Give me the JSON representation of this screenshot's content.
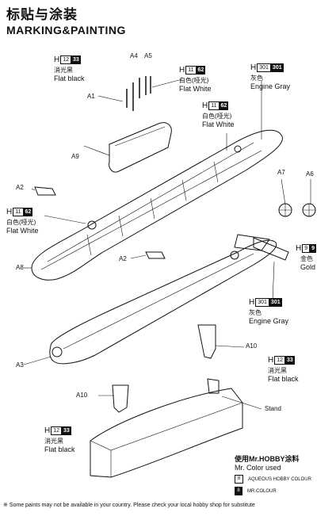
{
  "header": {
    "title_cn": "标贴与涂装",
    "title_en": "MARKING&PAINTING"
  },
  "parts": {
    "a1": "A1",
    "a2_top": "A2",
    "a2_mid": "A2",
    "a3": "A3",
    "a4": "A4",
    "a5": "A5",
    "a6": "A6",
    "a7": "A7",
    "a8": "A8",
    "a9": "A9",
    "a10_right": "A10",
    "a10_left": "A10",
    "stand": "Stand"
  },
  "callouts": [
    {
      "id": "c1",
      "h": "H",
      "w": "12",
      "b": "33",
      "cn": "消光黑",
      "en": "Flat black"
    },
    {
      "id": "c2",
      "h": "H",
      "w": "11",
      "b": "62",
      "cn": "白色(哑光)",
      "en": "Flat White"
    },
    {
      "id": "c3",
      "h": "H",
      "w": "301",
      "b": "301",
      "cn": "灰色",
      "en": "Engine Gray"
    },
    {
      "id": "c4",
      "h": "H",
      "w": "11",
      "b": "62",
      "cn": "白色(哑光)",
      "en": "Flat White"
    },
    {
      "id": "c5",
      "h": "H",
      "w": "11",
      "b": "62",
      "cn": "白色(哑光)",
      "en": "Flat White"
    },
    {
      "id": "c6",
      "h": "H",
      "w": "9",
      "b": "9",
      "cn": "金色",
      "en": "Gold"
    },
    {
      "id": "c7",
      "h": "H",
      "w": "301",
      "b": "301",
      "cn": "灰色",
      "en": "Engine Gray"
    },
    {
      "id": "c8",
      "h": "H",
      "w": "12",
      "b": "33",
      "cn": "消光黑",
      "en": "Flat black"
    },
    {
      "id": "c9",
      "h": "H",
      "w": "12",
      "b": "33",
      "cn": "消光黑",
      "en": "Flat black"
    }
  ],
  "legend": {
    "title": "使用Mr.HOBBY涂料",
    "subtitle": "Mr. Color used",
    "aqueous_code": "8",
    "aqueous_label": "AQUEOUS HOBBY COLOUR",
    "mr_code": "8",
    "mr_label": "MR.COLOUR"
  },
  "footer": "※ Some paints may not be available in your country. Please check your local hobby shop for substitute"
}
